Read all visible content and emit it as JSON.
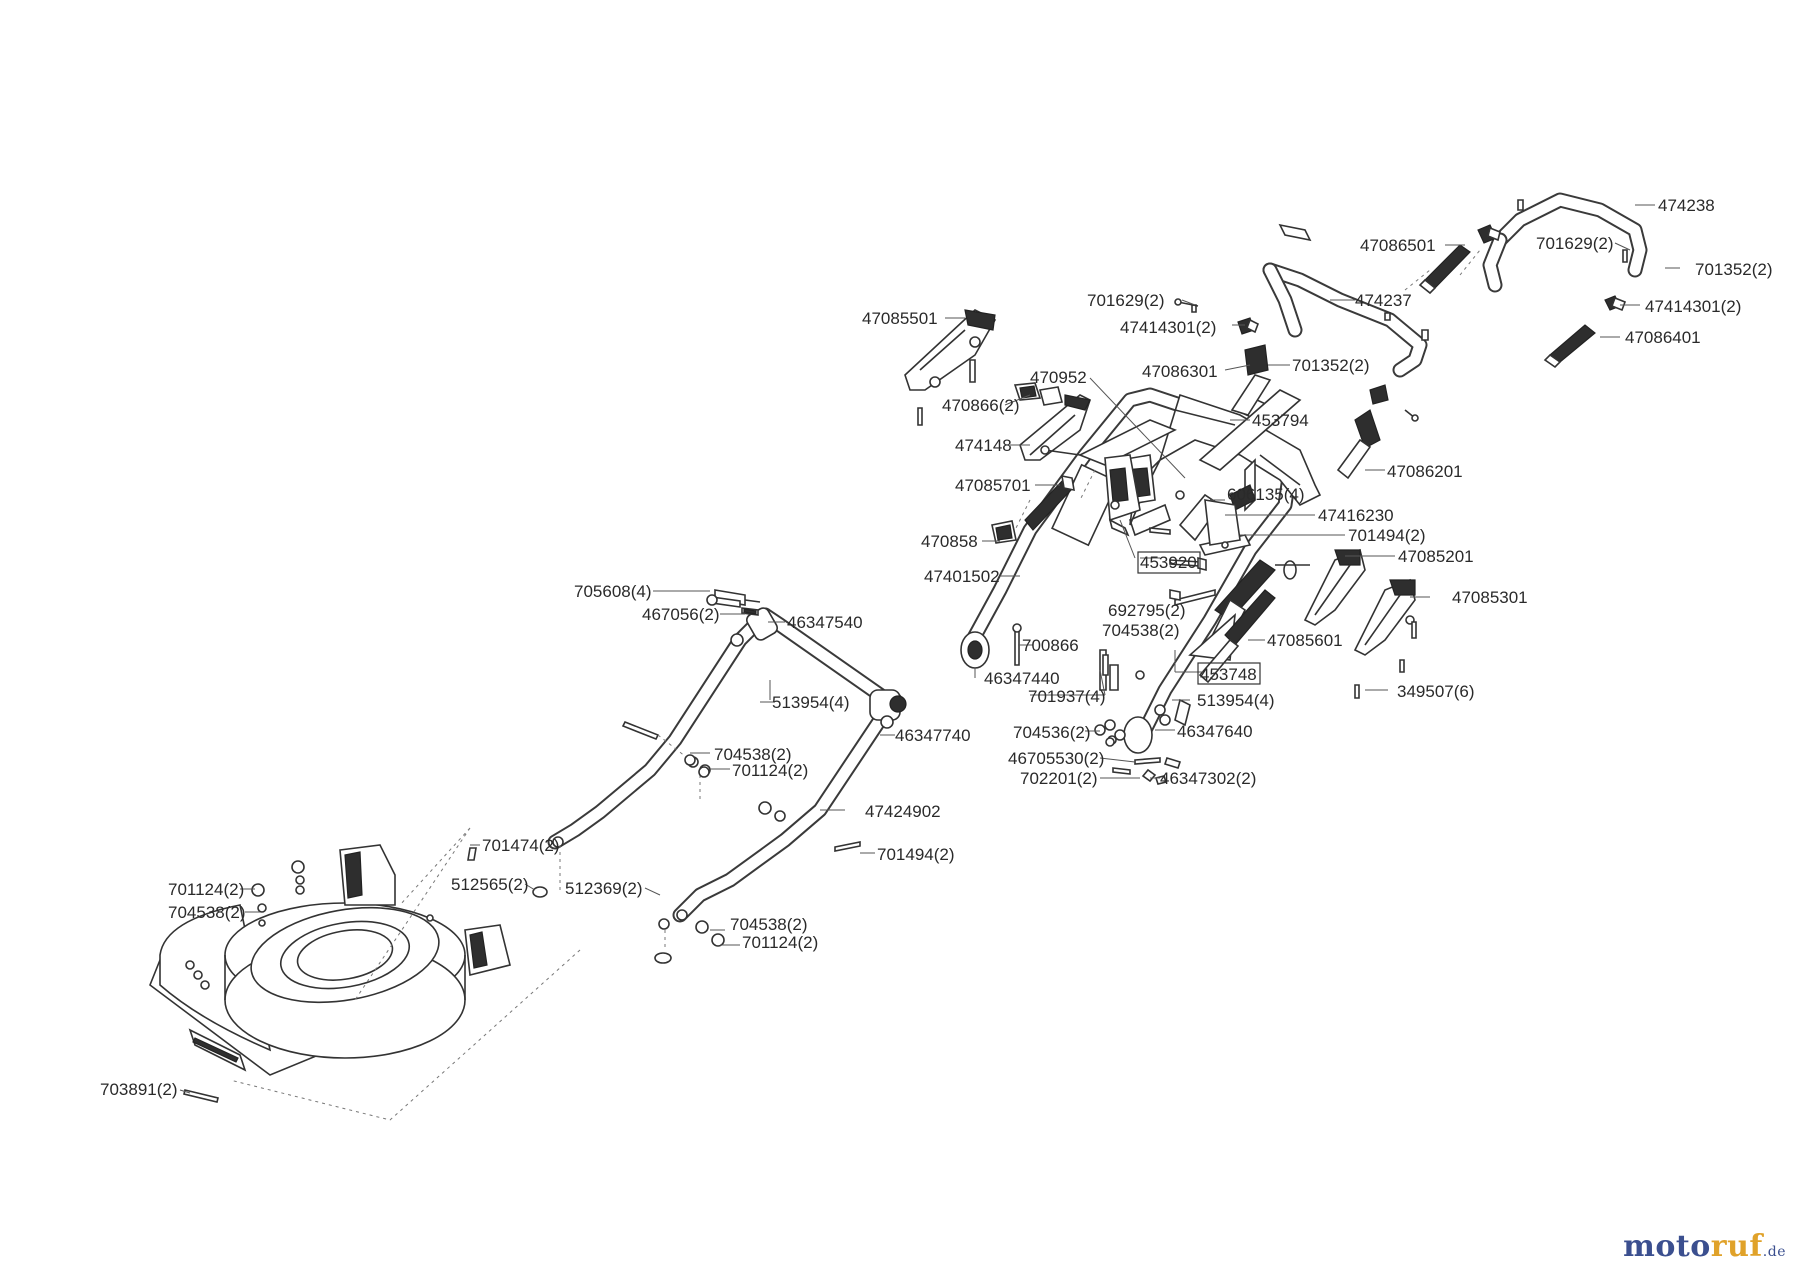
{
  "watermark": {
    "part1": "moto",
    "part2": "ruf",
    "part3": "",
    "tld": ".de"
  },
  "labels": [
    "474238",
    "47086501",
    "701629(2)",
    "701352(2)",
    "474237",
    "47414301(2)",
    "47086401",
    "701629(2)",
    "47414301(2)",
    "47085501",
    "470952",
    "47086301",
    "701352(2)",
    "470866(2)",
    "453794",
    "474148",
    "47086201",
    "47085701",
    "606135(4)",
    "47416230",
    "701494(2)",
    "470858",
    "453920",
    "47085201",
    "47401502",
    "47085301",
    "692795(2)",
    "704538(2)",
    "705608(4)",
    "467056(2)",
    "46347540",
    "700866",
    "47085601",
    "453748",
    "46347440",
    "701937(4)",
    "513954(4)",
    "349507(6)",
    "513954(4)",
    "46347740",
    "704536(2)",
    "46347640",
    "46705530(2)",
    "704538(2)",
    "701124(2)",
    "702201(2)",
    "46347302(2)",
    "47424902",
    "701474(2)",
    "701494(2)",
    "701124(2)",
    "704538(2)",
    "512565(2)",
    "512369(2)",
    "704538(2)",
    "701124(2)",
    "703891(2)"
  ]
}
